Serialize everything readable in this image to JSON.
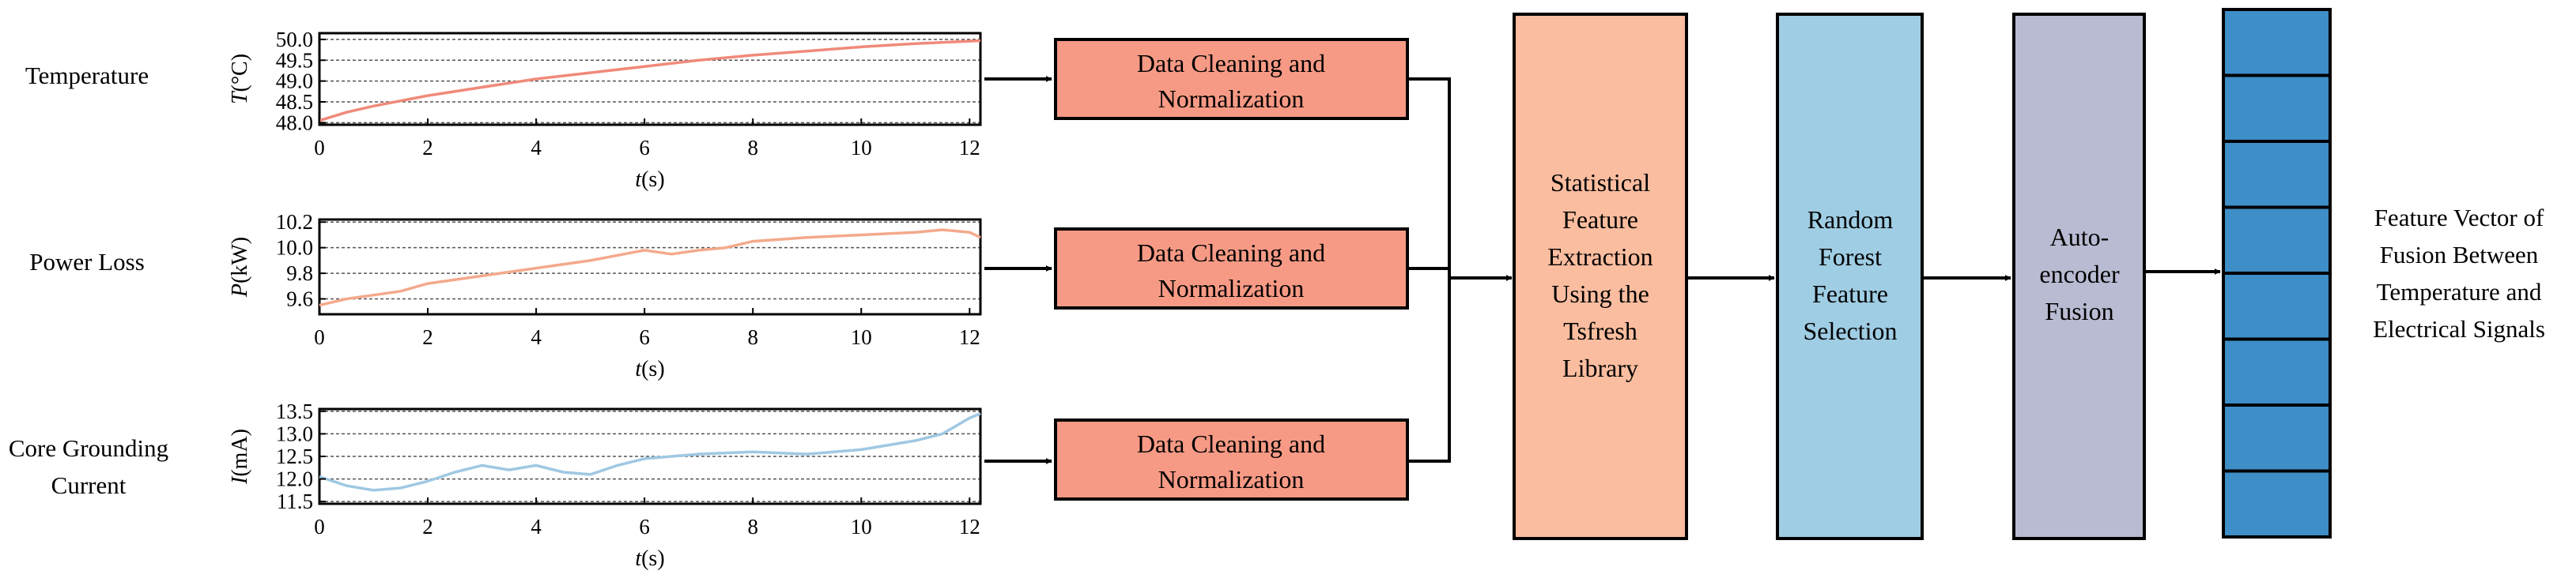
{
  "signals": [
    {
      "label_lines": [
        "Temperature"
      ],
      "axis_symbol": "T",
      "axis_unit": "(°C)",
      "color": "#f08a7a",
      "xlabel_symbol": "t",
      "xlabel_unit": "(s)",
      "chart_data": {
        "type": "line",
        "x": [
          0,
          0.5,
          1,
          2,
          3,
          4,
          5,
          6,
          7,
          8,
          9,
          10,
          11,
          12.2
        ],
        "values": [
          48.05,
          48.25,
          48.4,
          48.65,
          48.85,
          49.05,
          49.2,
          49.35,
          49.5,
          49.62,
          49.72,
          49.82,
          49.9,
          49.97
        ],
        "xlim": [
          0,
          12.2
        ],
        "ylim": [
          47.95,
          50.15
        ],
        "xticks": [
          "0",
          "2",
          "4",
          "6",
          "8",
          "10",
          "12"
        ],
        "yticks": [
          "48.0",
          "48.5",
          "49.0",
          "49.5",
          "50.0"
        ]
      }
    },
    {
      "label_lines": [
        "Power Loss"
      ],
      "axis_symbol": "P",
      "axis_unit": "(kW)",
      "color": "#f4a98c",
      "xlabel_symbol": "t",
      "xlabel_unit": "(s)",
      "chart_data": {
        "type": "line",
        "x": [
          0,
          0.5,
          1,
          1.5,
          2,
          3,
          4,
          5,
          6,
          6.5,
          7,
          7.5,
          8,
          9,
          10,
          11,
          11.5,
          12,
          12.2
        ],
        "values": [
          9.55,
          9.6,
          9.63,
          9.66,
          9.72,
          9.78,
          9.84,
          9.9,
          9.98,
          9.95,
          9.98,
          10.0,
          10.05,
          10.08,
          10.1,
          10.12,
          10.14,
          10.12,
          10.08
        ],
        "xlim": [
          0,
          12.2
        ],
        "ylim": [
          9.48,
          10.22
        ],
        "xticks": [
          "0",
          "2",
          "4",
          "6",
          "8",
          "10",
          "12"
        ],
        "yticks": [
          "9.6",
          "9.8",
          "10.0",
          "10.2"
        ]
      }
    },
    {
      "label_lines": [
        "Core Grounding",
        "Current"
      ],
      "axis_symbol": "I",
      "axis_unit": "(mA)",
      "color": "#9fc8e3",
      "xlabel_symbol": "t",
      "xlabel_unit": "(s)",
      "chart_data": {
        "type": "line",
        "x": [
          0,
          0.5,
          1,
          1.5,
          2,
          2.5,
          3,
          3.5,
          4,
          4.5,
          5,
          5.5,
          6,
          7,
          8,
          9,
          10,
          11,
          11.5,
          12,
          12.2
        ],
        "values": [
          12.05,
          11.85,
          11.75,
          11.8,
          11.95,
          12.15,
          12.3,
          12.2,
          12.3,
          12.15,
          12.1,
          12.3,
          12.45,
          12.55,
          12.6,
          12.55,
          12.65,
          12.85,
          13.0,
          13.35,
          13.45
        ],
        "xlim": [
          0,
          12.2
        ],
        "ylim": [
          11.45,
          13.55
        ],
        "xticks": [
          "0",
          "2",
          "4",
          "6",
          "8",
          "10",
          "12"
        ],
        "yticks": [
          "11.5",
          "12.0",
          "12.5",
          "13.0",
          "13.5"
        ]
      }
    }
  ],
  "cleaning_box": {
    "lines": [
      "Data Cleaning and",
      "Normalization"
    ],
    "fill": "#f79a85"
  },
  "extraction_box": {
    "lines": [
      "Statistical",
      "Feature",
      "Extraction",
      "Using the",
      "Tsfresh",
      "Library"
    ],
    "fill": "#fbbd9f"
  },
  "selection_box": {
    "lines": [
      "Random",
      "Forest",
      "Feature",
      "Selection"
    ],
    "fill": "#9fcde4"
  },
  "fusion_box": {
    "lines": [
      "Auto-",
      "encoder",
      "Fusion"
    ],
    "fill": "#b9bbd2"
  },
  "feature_vector": {
    "cells": 8,
    "fill": "#3e8ec7"
  },
  "output_label": {
    "lines": [
      "Feature Vector of",
      "Fusion Between",
      "Temperature and",
      "Electrical Signals"
    ]
  }
}
